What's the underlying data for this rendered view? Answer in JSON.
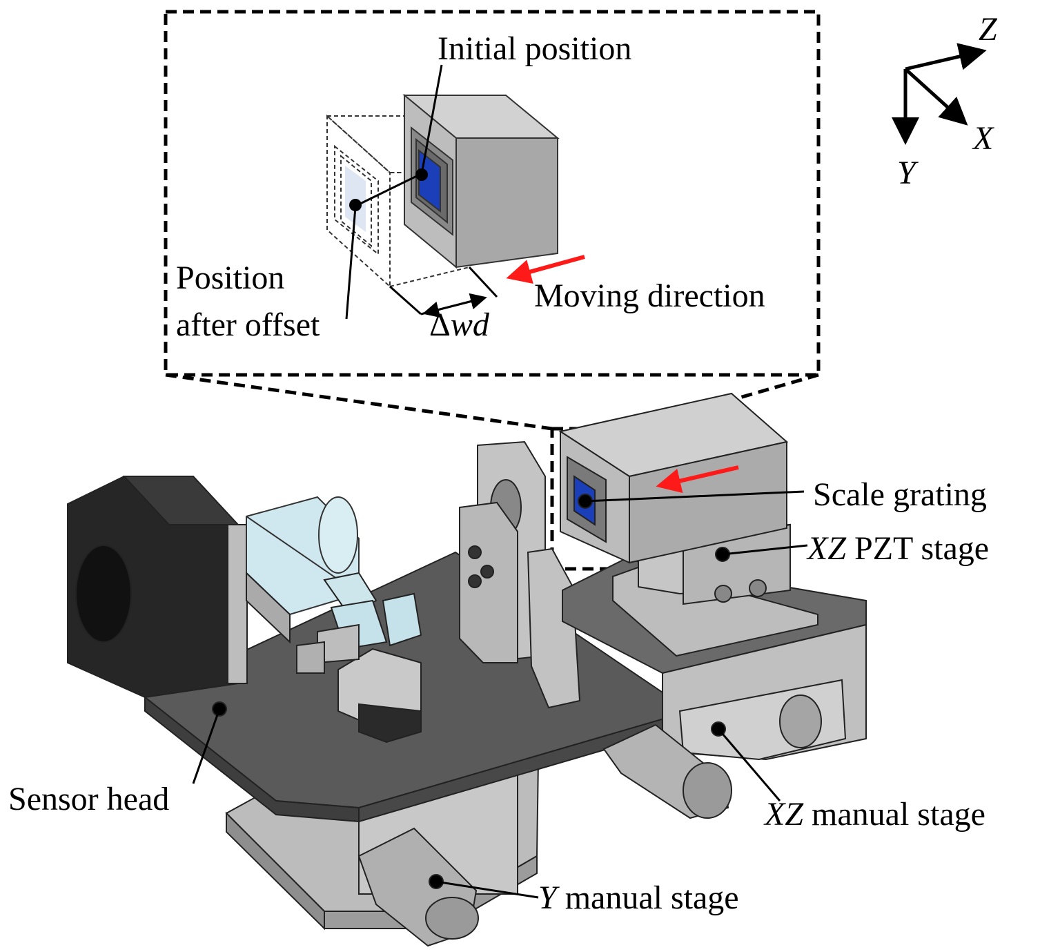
{
  "inset": {
    "initial_position": "Initial position",
    "position_after_offset_line1": "Position",
    "position_after_offset_line2": "after offset",
    "moving_direction": "Moving direction",
    "delta_symbol": "Δ",
    "delta_var": "wd"
  },
  "axes": {
    "z": "Z",
    "x": "X",
    "y": "Y"
  },
  "labels": {
    "scale_grating": "Scale grating",
    "xz_pzt_prefix": "XZ",
    "xz_pzt_suffix": " PZT stage",
    "sensor_head": "Sensor head",
    "xz_manual_prefix": "XZ",
    "xz_manual_suffix": " manual stage",
    "y_manual_prefix": "Y",
    "y_manual_suffix": " manual stage"
  },
  "colors": {
    "arrow": "#ff1a1a",
    "grating": "#1a3fb8",
    "plate": "#5a5a5a",
    "metal": "#b5b5b5",
    "dark": "#2a2a2a"
  }
}
